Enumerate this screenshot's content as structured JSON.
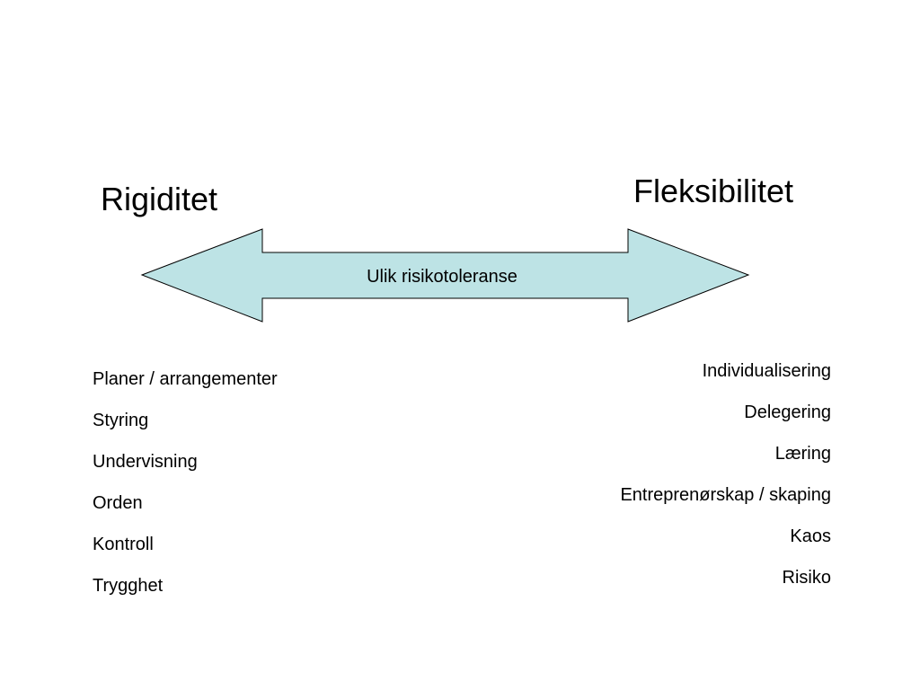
{
  "headings": {
    "left": "Rigiditet",
    "right": "Fleksibilitet"
  },
  "arrow": {
    "label": "Ulik risikotoleranse",
    "fill_color": "#bde3e5",
    "stroke_color": "#000000"
  },
  "left_list": [
    "Planer / arrangementer",
    "Styring",
    "Undervisning",
    "Orden",
    "Kontroll",
    "Trygghet"
  ],
  "right_list": [
    "Individualisering",
    "Delegering",
    "Læring",
    "Entreprenørskap / skaping",
    "Kaos",
    "Risiko"
  ]
}
